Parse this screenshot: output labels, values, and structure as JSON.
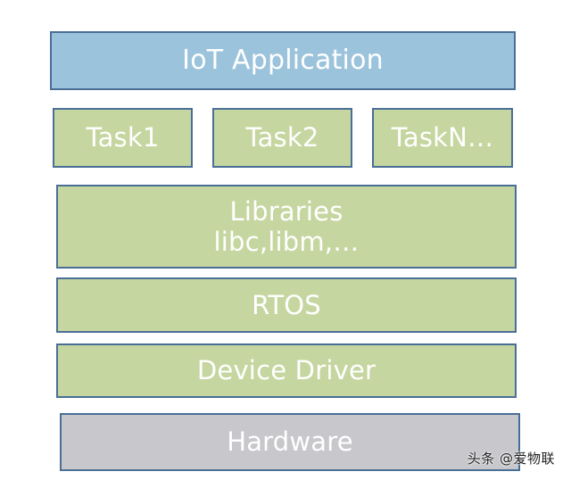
{
  "layers": {
    "application": "IoT Application",
    "tasks": [
      "Task1",
      "Task2",
      "TaskN…"
    ],
    "libraries": {
      "title": "Libraries",
      "detail": "libc,libm,…"
    },
    "rtos": "RTOS",
    "device_driver": "Device Driver",
    "hardware": "Hardware"
  },
  "watermark": "头条 @爱物联",
  "colors": {
    "application_fill": "#9cc3dc",
    "software_fill": "#c6d6a0",
    "hardware_fill": "#c8c8cc",
    "border": "#4a6f96",
    "text": "#ffffff"
  }
}
